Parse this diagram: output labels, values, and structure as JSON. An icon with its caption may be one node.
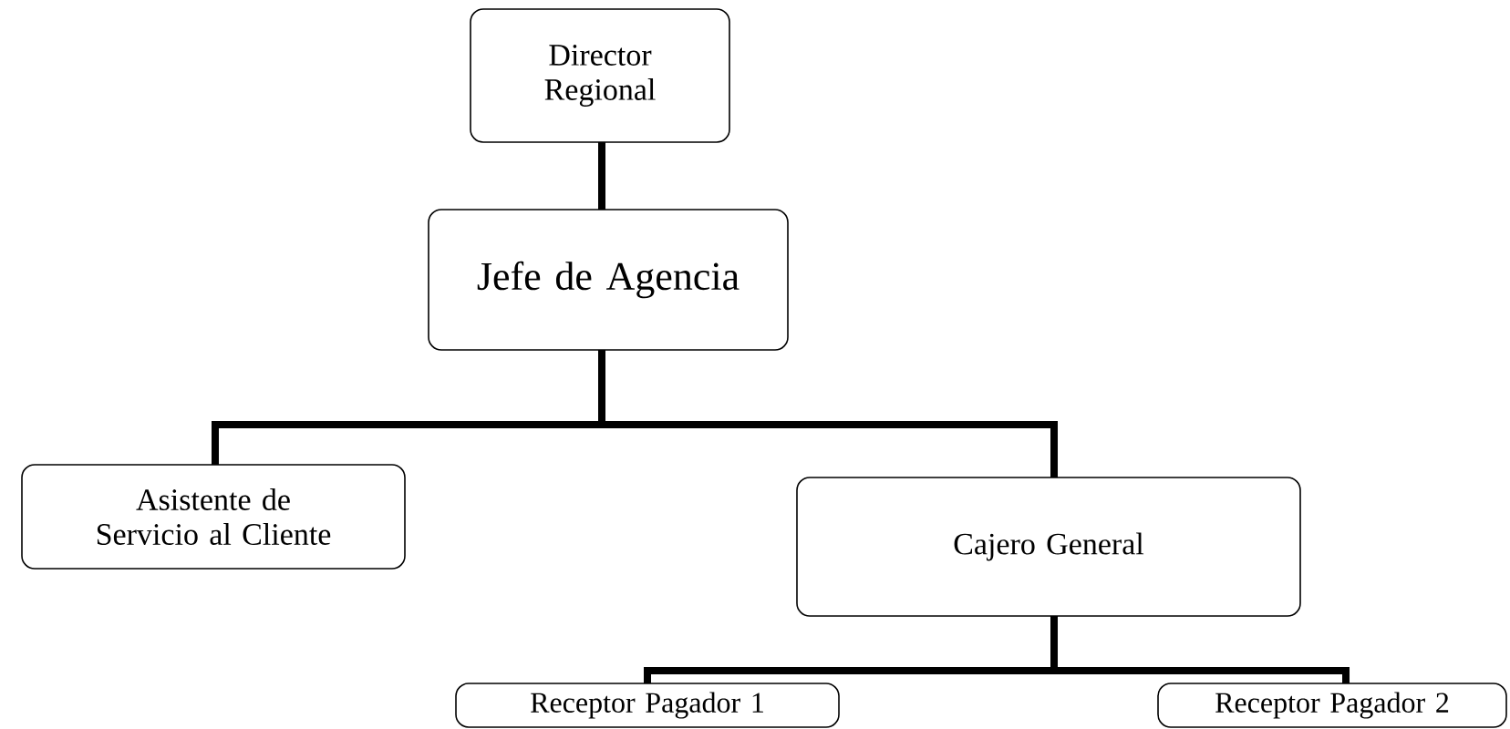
{
  "diagram": {
    "nodes": [
      {
        "text": [
          "Director Regional"
        ]
      },
      {
        "text": [
          "Jefe de Agencia"
        ]
      },
      {
        "text": [
          "Asistente de Servicio al Cliente"
        ]
      },
      {
        "text": [
          "Cajero General"
        ]
      },
      {
        "text": [
          "Receptor Pagador 1"
        ]
      },
      {
        "text": [
          "Receptor Pagador 2"
        ]
      }
    ],
    "edges": [
      {
        "from": 0,
        "to": 1,
        "arrow": "none"
      },
      {
        "from": 1,
        "to": 2,
        "arrow": "none"
      },
      {
        "from": 1,
        "to": 3,
        "arrow": "none"
      },
      {
        "from": 3,
        "to": 4,
        "arrow": "none"
      },
      {
        "from": 3,
        "to": 5,
        "arrow": "none"
      }
    ]
  }
}
